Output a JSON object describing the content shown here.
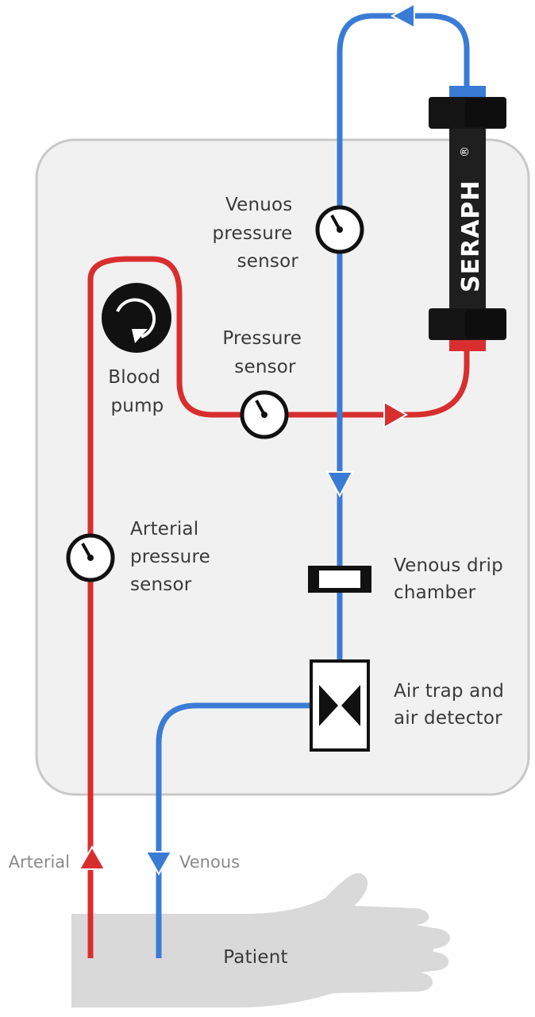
{
  "labels": {
    "venous_pressure_sensor": [
      "Venuos",
      "pressure",
      "sensor"
    ],
    "pressure_sensor": [
      "Pressure",
      "sensor"
    ],
    "blood_pump": [
      "Blood",
      "pump"
    ],
    "arterial_pressure_sensor": [
      "Arterial",
      "pressure",
      "sensor"
    ],
    "venous_drip_chamber": [
      "Venous drip",
      "chamber"
    ],
    "air_trap": [
      "Air trap and",
      "air detector"
    ],
    "arterial": "Arterial",
    "venous": "Venous",
    "patient": "Patient"
  },
  "filter": {
    "brand": "SERAPH",
    "mark": "®"
  },
  "colors": {
    "arterial_line": "#d92e2e",
    "venous_line": "#3a7bd5",
    "machine_panel": "#f1f1f1",
    "panel_border": "#c8c8c8",
    "filter_body": "#1a1a1a",
    "arm": "#d8d8d8"
  }
}
